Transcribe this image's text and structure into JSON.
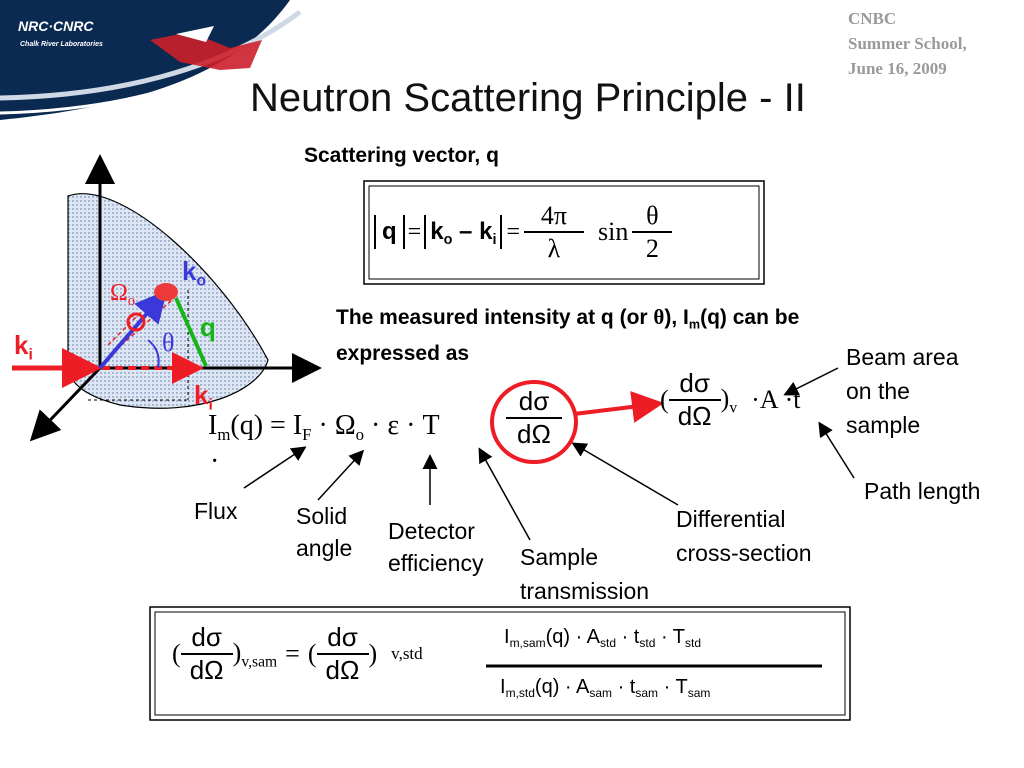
{
  "logo": {
    "line1": "NRC·CNRC",
    "line2": "Chalk River Laboratories"
  },
  "corner": {
    "line1": "CNBC",
    "line2": "Summer School,",
    "line3": "June 16, 2009"
  },
  "title": "Neutron Scattering Principle - II",
  "scattering_vector": {
    "label": "Scattering vector, q",
    "q": "q",
    "ko": "k",
    "ko_sub": "o",
    "minus": "–",
    "ki": "k",
    "ki_sub": "i",
    "four_pi": "4π",
    "lambda": "λ",
    "sin": "sin",
    "theta": "θ",
    "two": "2",
    "eq": "="
  },
  "diagram": {
    "omega": "Ω",
    "omega_sub": "o",
    "ko": "k",
    "ko_sub": "o",
    "q": "q",
    "theta": "θ",
    "ki_left": "k",
    "ki_left_sub": "i",
    "ki_right": "k",
    "ki_right_sub": "i"
  },
  "intensity": {
    "text_a": "The measured intensity at q (or ",
    "theta": "θ",
    "text_b": "), I",
    "sub_m": "m",
    "text_c": "(q) can be",
    "line2": "expressed as"
  },
  "equation": {
    "im": "I",
    "im_sub": "m",
    "q_arg": "(q)",
    "eq": "=",
    "if": "I",
    "if_sub": "F",
    "dot": "·",
    "omega": "Ω",
    "omega_sub": "o",
    "eps": "ε",
    "t": "T",
    "d_sigma": "dσ",
    "d_omega": "dΩ",
    "open_paren": "(",
    "close_paren": ")",
    "v_sub": "v",
    "area": "A",
    "path": "t"
  },
  "labels": {
    "beam_area": [
      "Beam area",
      "on the",
      "sample"
    ],
    "path_length": "Path length",
    "flux": "Flux",
    "solid_angle": [
      "Solid",
      "angle"
    ],
    "detector": [
      "Detector",
      "efficiency"
    ],
    "sample": [
      "Sample",
      "transmission"
    ],
    "differential": [
      "Differential",
      "cross-section"
    ]
  },
  "bottom_eq": {
    "open": "(",
    "close_sam": ")",
    "sub_sam": "v,sam",
    "eq": "=",
    "sub_std": "v,std",
    "d_sigma": "dσ",
    "d_omega": "dΩ",
    "num": {
      "i": "I",
      "i_sub": "m,sam",
      "mid": "(q) · A",
      "a_sub": "std",
      "t": " · t",
      "t_sub": "std",
      "T": " · T",
      "T_sub": "std"
    },
    "den": {
      "i": "I",
      "i_sub": "m,std",
      "mid": "(q) · A",
      "a_sub": "sam",
      "t": " · t",
      "t_sub": "sam",
      "T": " · T",
      "T_sub": "sam"
    }
  },
  "colors": {
    "red": "#ee1c24",
    "blue": "#3a38d8",
    "green": "#17b417",
    "navy": "#0b2a52"
  }
}
